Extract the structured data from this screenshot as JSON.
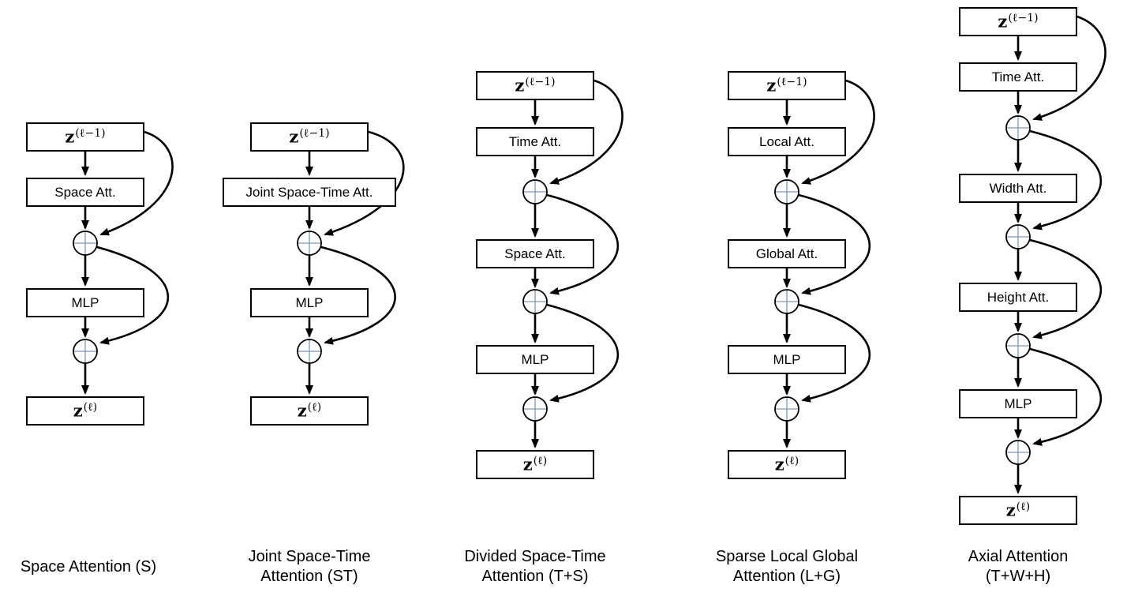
{
  "figure": {
    "sum_node_symbol": "⊕",
    "columns": [
      {
        "caption_lines": [
          "Space Attention (S)"
        ],
        "z_in": {
          "base": "z",
          "sup": "(ℓ−1)"
        },
        "blocks": [
          "Space Att.",
          "MLP"
        ],
        "z_out": {
          "base": "z",
          "sup": "(ℓ)"
        }
      },
      {
        "caption_lines": [
          "Joint Space-Time",
          "Attention (ST)"
        ],
        "z_in": {
          "base": "z",
          "sup": "(ℓ−1)"
        },
        "blocks": [
          "Joint Space-Time Att.",
          "MLP"
        ],
        "z_out": {
          "base": "z",
          "sup": "(ℓ)"
        }
      },
      {
        "caption_lines": [
          "Divided Space-Time",
          "Attention (T+S)"
        ],
        "z_in": {
          "base": "z",
          "sup": "(ℓ−1)"
        },
        "blocks": [
          "Time Att.",
          "Space Att.",
          "MLP"
        ],
        "z_out": {
          "base": "z",
          "sup": "(ℓ)"
        }
      },
      {
        "caption_lines": [
          "Sparse Local Global",
          "Attention (L+G)"
        ],
        "z_in": {
          "base": "z",
          "sup": "(ℓ−1)"
        },
        "blocks": [
          "Local Att.",
          "Global Att.",
          "MLP"
        ],
        "z_out": {
          "base": "z",
          "sup": "(ℓ)"
        }
      },
      {
        "caption_lines": [
          "Axial Attention",
          "(T+W+H)"
        ],
        "z_in": {
          "base": "z",
          "sup": "(ℓ−1)"
        },
        "blocks": [
          "Time Att.",
          "Width Att.",
          "Height Att.",
          "MLP"
        ],
        "z_out": {
          "base": "z",
          "sup": "(ℓ)"
        }
      }
    ]
  }
}
